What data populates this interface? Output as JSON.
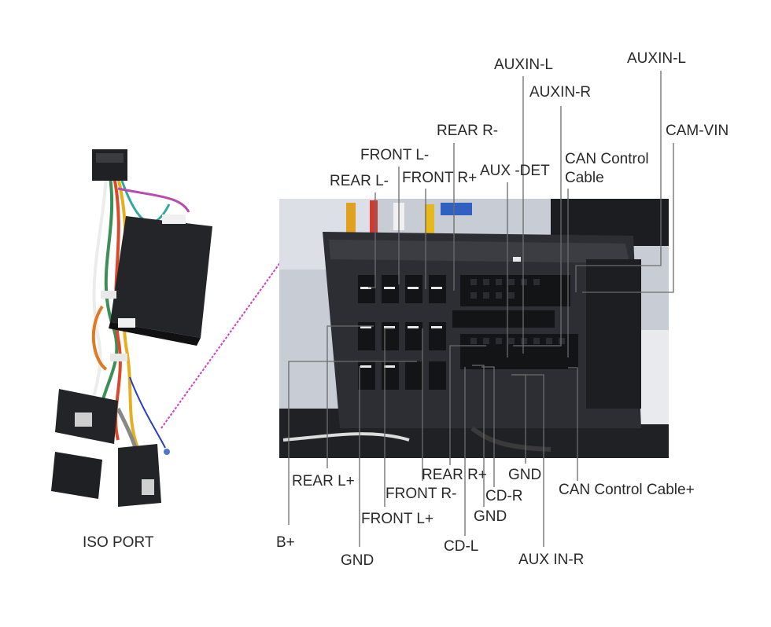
{
  "iso_port_label": "ISO PORT",
  "top_labels": {
    "auxin_l_1": "AUXIN-L",
    "auxin_l_2": "AUXIN-L",
    "auxin_r": "AUXIN-R",
    "cam_vin": "CAM-VIN",
    "rear_r_minus": "REAR R-",
    "front_l_minus": "FRONT L-",
    "rear_l_minus": "REAR L-",
    "front_r_plus": "FRONT R+",
    "aux_det": "AUX -DET",
    "can_control_cable_line1": "CAN Control",
    "can_control_cable_line2": "Cable"
  },
  "bottom_labels": {
    "rear_l_plus": "REAR L+",
    "rear_r_plus": "REAR R+",
    "gnd_1": "GND",
    "can_control_cable_plus": "CAN Control Cable+",
    "front_r_minus": "FRONT R-",
    "cd_r": "CD-R",
    "front_l_plus": "FRONT L+",
    "gnd_2": "GND",
    "b_plus": "B+",
    "cd_l": "CD-L",
    "gnd_3": "GND",
    "aux_in_r": "AUX IN-R"
  },
  "colors": {
    "leader_line": "#6b6b6b",
    "arrow": "#d63cc8",
    "connector_body": "#2c2e33",
    "photo_bg": "#cfd2d8"
  }
}
